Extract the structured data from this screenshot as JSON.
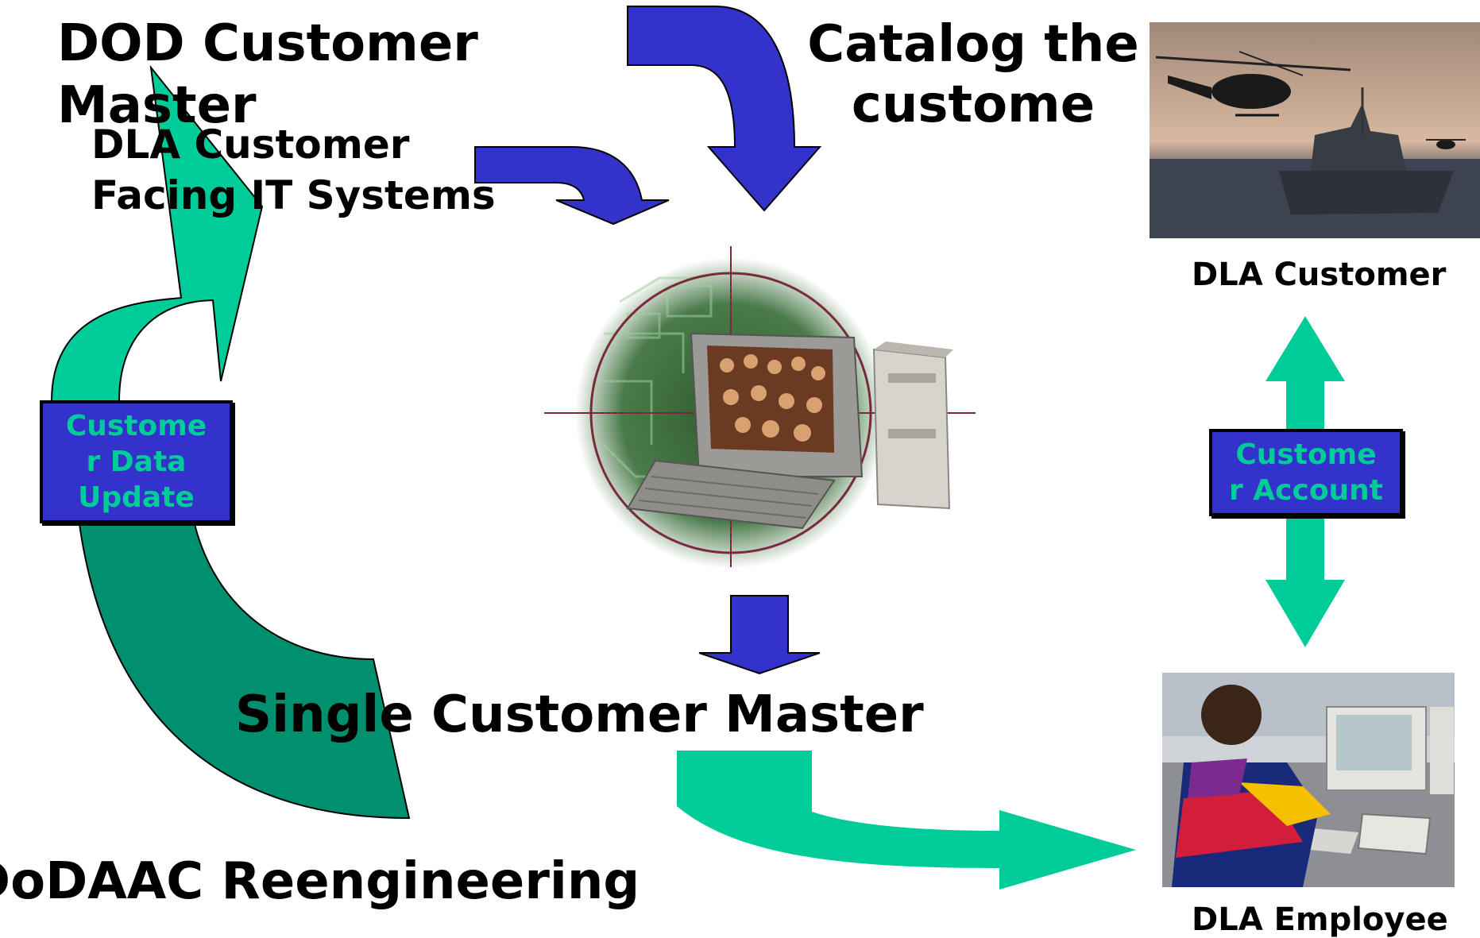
{
  "labels": {
    "dod_customer_master": "DOD Customer Master",
    "dla_customer_facing": "DLA Customer Facing IT Systems",
    "catalog_the_customer": "Catalog the custome",
    "single_customer_master": "Single Customer Master",
    "dodaac_reengineering": "DoDAAC  Reengineering",
    "dla_customer": "DLA Customer",
    "dla_employee": "DLA Employee"
  },
  "boxes": {
    "customer_data_update": "Custome\nr Data\nUpdate",
    "customer_account": "Custome\nr Account"
  },
  "colors": {
    "blue_arrow": "#3333cc",
    "green_arrow": "#00cc99",
    "dark_green_arrow": "#009070",
    "box_text": "#00cc99",
    "box_fill": "#3333cc"
  },
  "icons": {
    "center_image": "computer-globe-icon",
    "customer_photo": "helicopter-ship-photo",
    "employee_photo": "call-center-photo"
  }
}
